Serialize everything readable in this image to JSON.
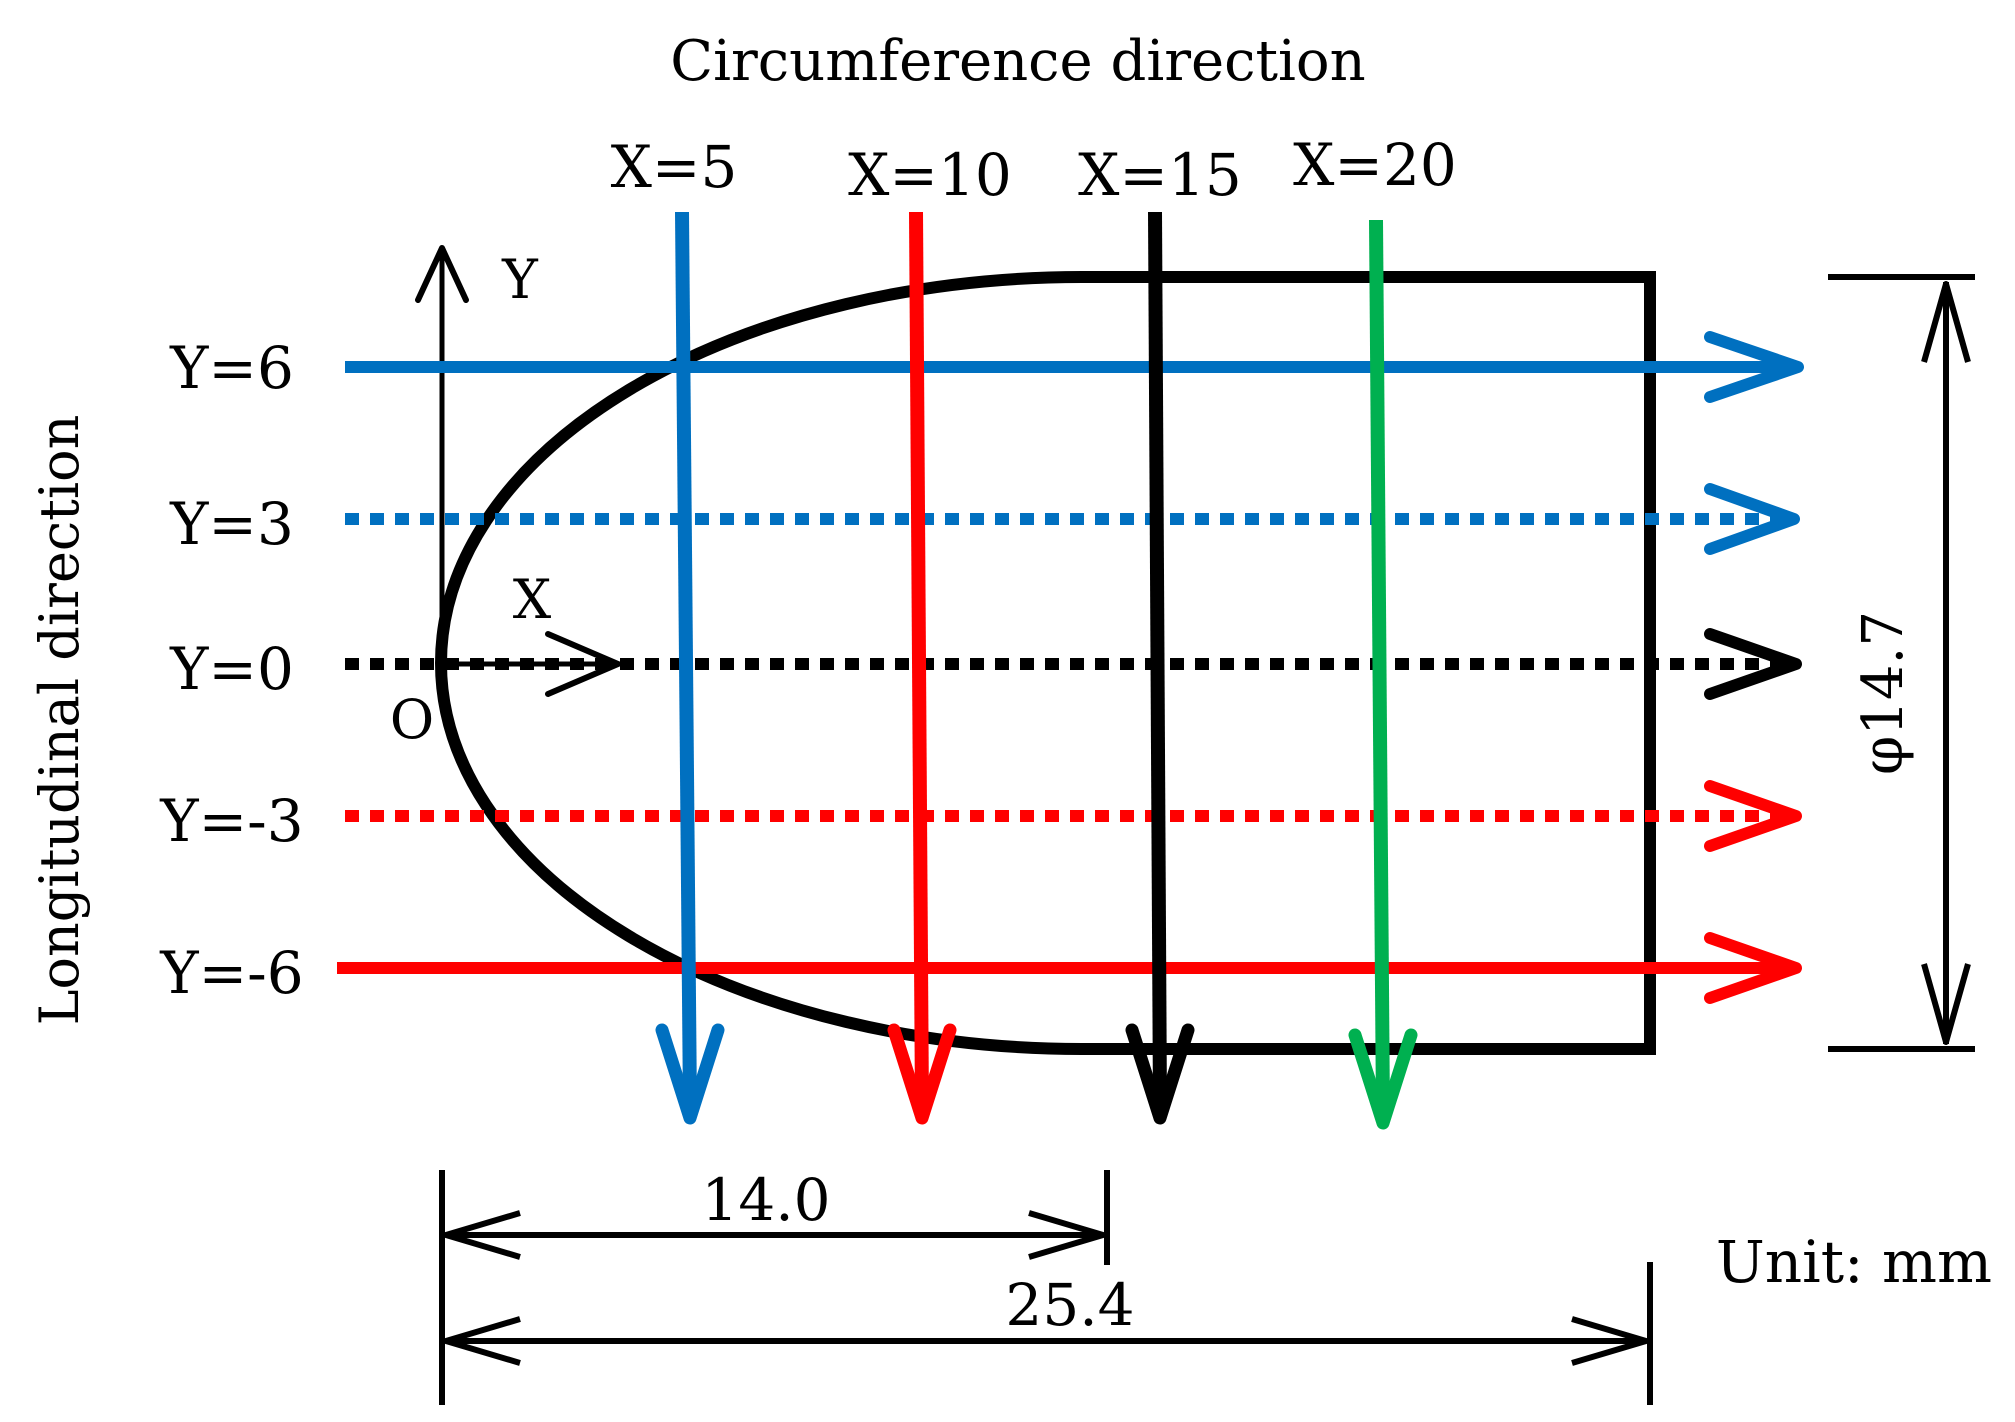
{
  "title": "Circumference direction",
  "side_label": "Longitudinal direction",
  "axes": {
    "x": "X",
    "y": "Y",
    "origin": "O"
  },
  "colors": {
    "blue": "#0070C0",
    "red": "#FF0000",
    "black": "#000000",
    "green": "#00B050"
  },
  "vertical_lines": [
    {
      "label": "X=5",
      "color": "blue"
    },
    {
      "label": "X=10",
      "color": "red"
    },
    {
      "label": "X=15",
      "color": "black"
    },
    {
      "label": "X=20",
      "color": "green"
    }
  ],
  "horizontal_lines": [
    {
      "label": "Y=6",
      "color": "blue",
      "style": "solid"
    },
    {
      "label": "Y=3",
      "color": "blue",
      "style": "dotted"
    },
    {
      "label": "Y=0",
      "color": "black",
      "style": "dotted"
    },
    {
      "label": "Y=-3",
      "color": "red",
      "style": "dotted"
    },
    {
      "label": "Y=-6",
      "color": "red",
      "style": "solid"
    }
  ],
  "dimensions": {
    "nose_length": "14.0",
    "total_length": "25.4",
    "diameter": "φ14.7"
  },
  "unit": "Unit: mm"
}
